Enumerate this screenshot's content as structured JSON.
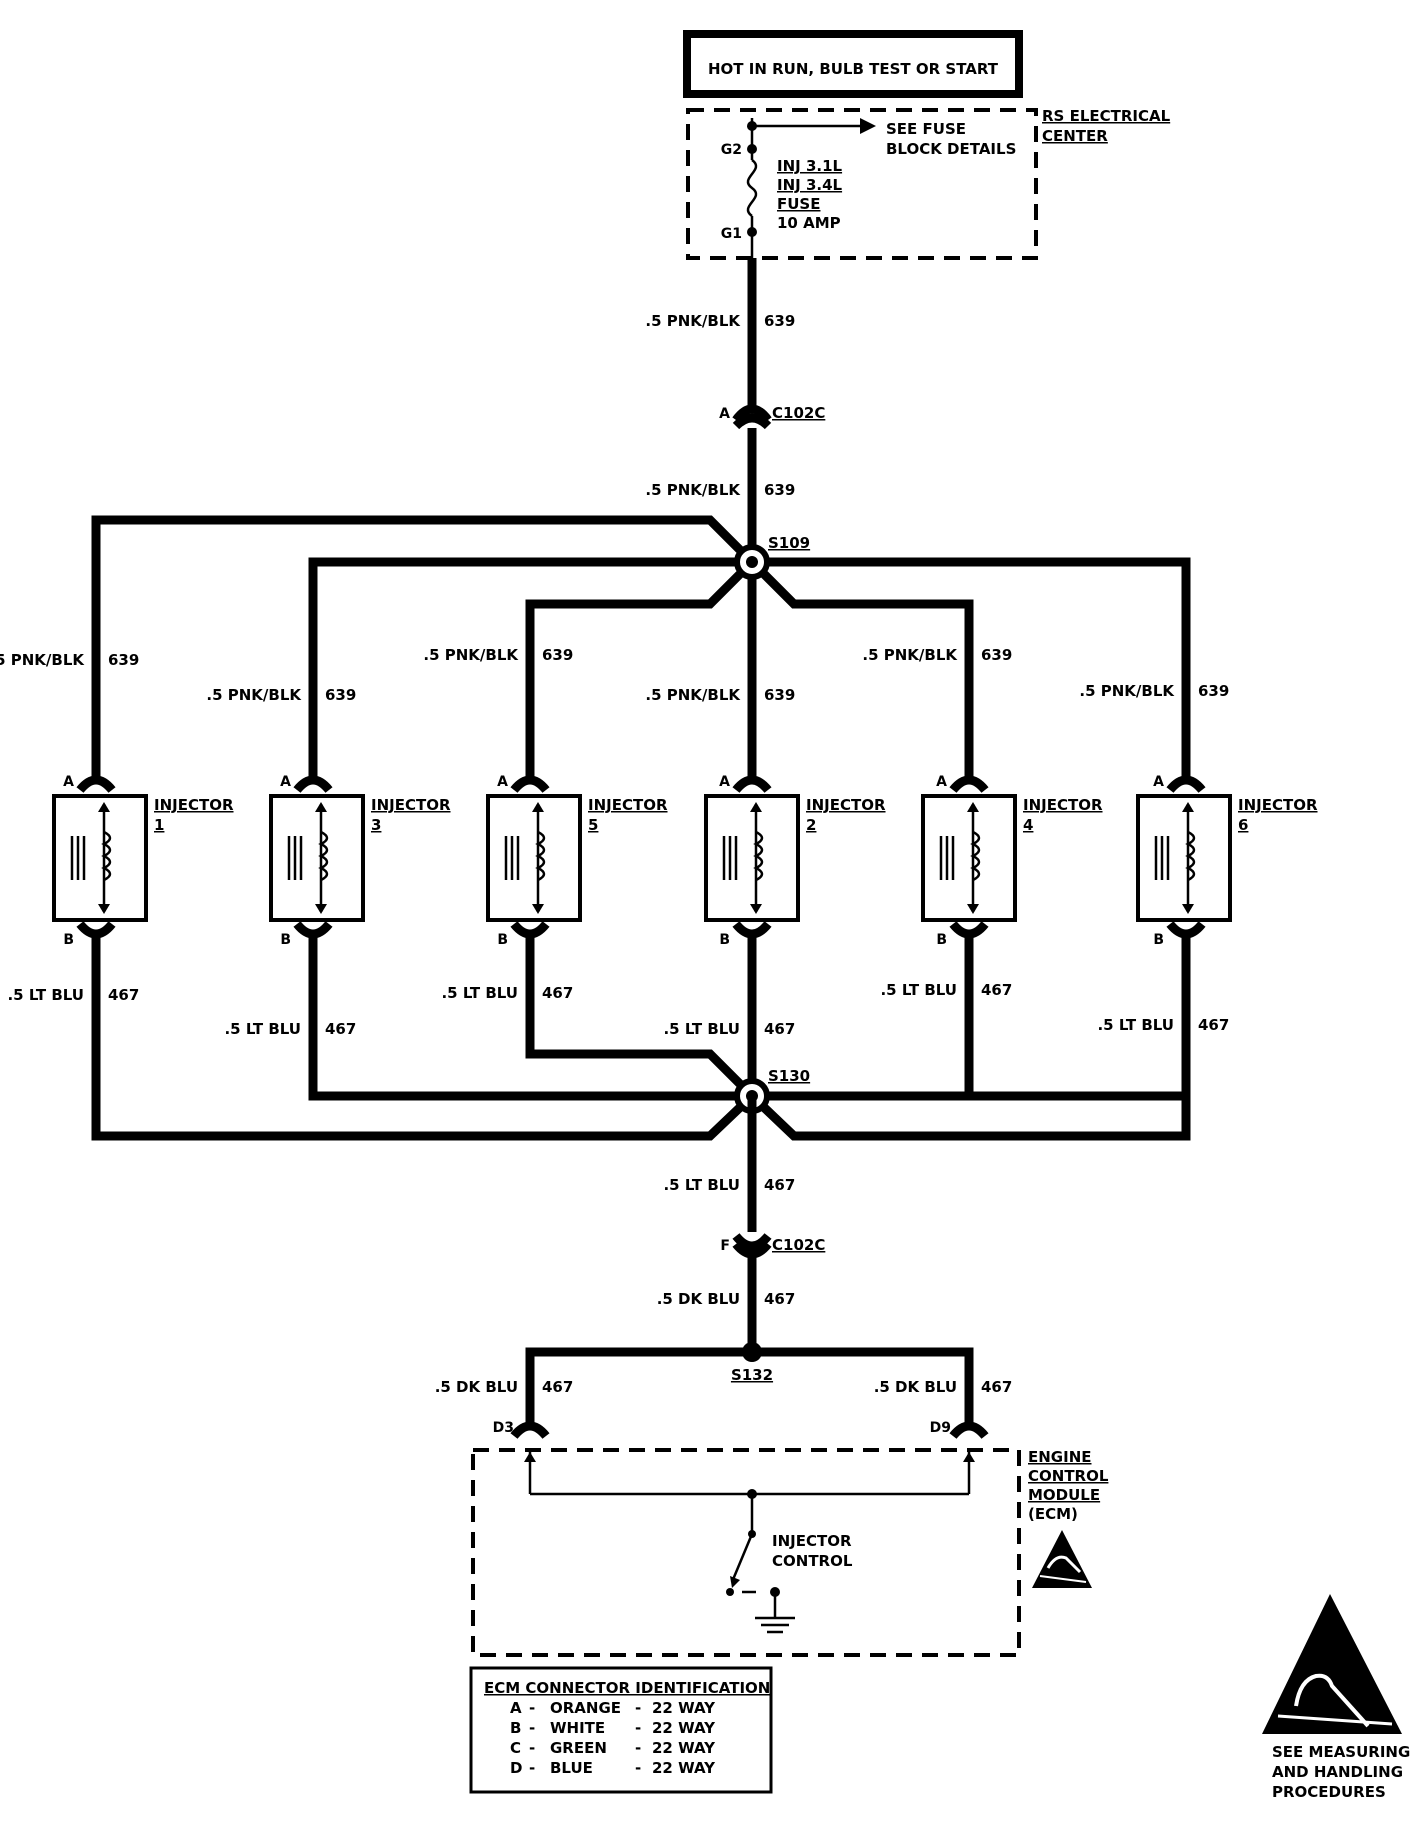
{
  "header": {
    "title": "HOT IN RUN, BULB TEST OR START"
  },
  "fuse_block": {
    "center_label": [
      "RS ELECTRICAL",
      "CENTER"
    ],
    "see_details": [
      "SEE FUSE",
      "BLOCK DETAILS"
    ],
    "pin_top": "G2",
    "pin_bottom": "G1",
    "fuse_lines": [
      "INJ 3.1L",
      "INJ 3.4L",
      "FUSE",
      "10 AMP"
    ]
  },
  "wires": {
    "feed_gauge_color": ".5 PNK/BLK",
    "feed_circuit": "639",
    "return_gauge_color": ".5 LT BLU",
    "return_circuit": "467",
    "ecm_gauge_color": ".5 DK BLU",
    "ecm_circuit": "467"
  },
  "connectors": {
    "c102c": "C102C",
    "c102c_pin_a": "A",
    "c102c_pin_f": "F"
  },
  "splices": {
    "s109": "S109",
    "s130": "S130",
    "s132": "S132"
  },
  "injectors": [
    {
      "label": "INJECTOR",
      "number": "1",
      "pin_a": "A",
      "pin_b": "B"
    },
    {
      "label": "INJECTOR",
      "number": "3",
      "pin_a": "A",
      "pin_b": "B"
    },
    {
      "label": "INJECTOR",
      "number": "5",
      "pin_a": "A",
      "pin_b": "B"
    },
    {
      "label": "INJECTOR",
      "number": "2",
      "pin_a": "A",
      "pin_b": "B"
    },
    {
      "label": "INJECTOR",
      "number": "4",
      "pin_a": "A",
      "pin_b": "B"
    },
    {
      "label": "INJECTOR",
      "number": "6",
      "pin_a": "A",
      "pin_b": "B"
    }
  ],
  "ecm": {
    "label": [
      "ENGINE",
      "CONTROL",
      "MODULE",
      "(ECM)"
    ],
    "pin_left": "D3",
    "pin_right": "D9",
    "switch_label": [
      "INJECTOR",
      "CONTROL"
    ]
  },
  "legend": {
    "title": "ECM CONNECTOR IDENTIFICATION",
    "rows": [
      {
        "pin": "A",
        "color": "ORANGE",
        "size": "22 WAY"
      },
      {
        "pin": "B",
        "color": "WHITE",
        "size": "22 WAY"
      },
      {
        "pin": "C",
        "color": "GREEN",
        "size": "22 WAY"
      },
      {
        "pin": "D",
        "color": "BLUE",
        "size": "22 WAY"
      }
    ]
  },
  "esd_note": [
    "SEE MEASURING",
    "AND HANDLING",
    "PROCEDURES"
  ]
}
